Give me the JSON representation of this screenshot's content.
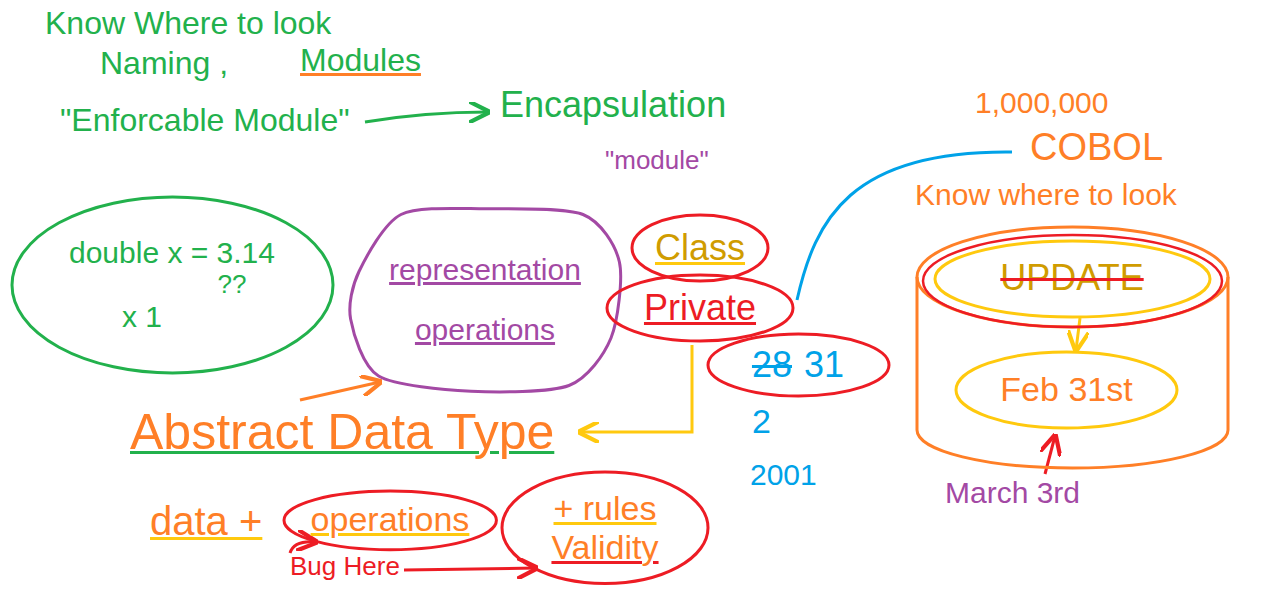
{
  "diagram": {
    "nodes": [
      {
        "text": [
          "double x = 3.14",
          "??",
          "x 1"
        ]
      },
      {
        "text": [
          "representation",
          "operations"
        ]
      },
      {
        "text": [
          "Class"
        ]
      },
      {
        "text": [
          "Private"
        ]
      },
      {
        "text": [
          "UPDATE"
        ]
      },
      {
        "text": [
          "Feb 31st"
        ],
        "in": 4
      },
      {
        "text": [
          "28",
          "31"
        ]
      },
      {
        "text": [
          "operations"
        ]
      },
      {
        "text": [
          "+ rules",
          "Validity"
        ]
      }
    ],
    "labels": [
      "Know Where to look",
      "Naming ,",
      "Modules",
      "\"Enforcable Module\"",
      "Encapsulation",
      "\"module\"",
      "1,000,000",
      "COBOL",
      "Know where to look",
      "2",
      "2001",
      "Abstract Data Type",
      "data +",
      "Bug Here",
      "March 3rd"
    ]
  }
}
